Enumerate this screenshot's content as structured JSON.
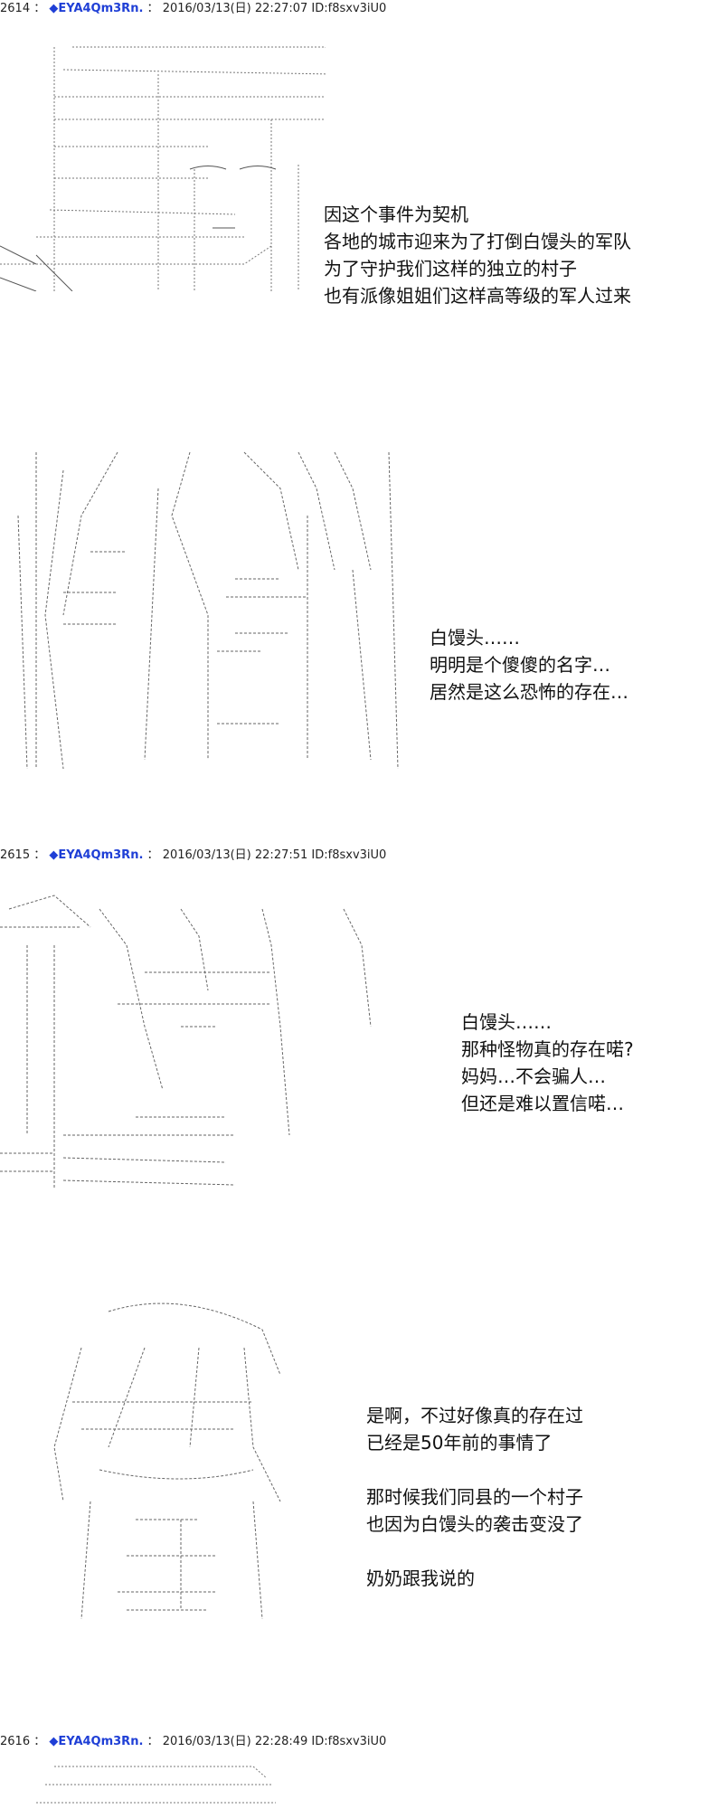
{
  "posts": [
    {
      "speech": [
        "因这个事件为契机",
        "各地的城市迎来为了打倒白馒头的军队",
        "为了守护我们这样的独立的村子",
        "也有派像姐姐们这样高等级的军人过来"
      ]
    },
    {
      "speech": [
        "白馒头……",
        "明明是个傻傻的名字…",
        "居然是这么恐怖的存在…"
      ]
    },
    {
      "number": "2614",
      "name": "◆EYA4Qm3Rn.",
      "separator": "：",
      "meta": "2016/03/13(日) 22:27:07 ID:f8sxv3iU0"
    },
    {
      "number": "2615",
      "name": "◆EYA4Qm3Rn.",
      "separator": "：",
      "meta": "2016/03/13(日) 22:27:51 ID:f8sxv3iU0",
      "speech": [
        "白馒头……",
        "那种怪物真的存在喏?",
        "妈妈…不会骗人…",
        "但还是难以置信喏…"
      ]
    },
    {
      "speech": [
        "是啊，不过好像真的存在过",
        "已经是50年前的事情了",
        "",
        "那时候我们同县的一个村子",
        "也因为白馒头的袭击变没了",
        "",
        "奶奶跟我说的"
      ]
    },
    {
      "number": "2616",
      "name": "◆EYA4Qm3Rn.",
      "separator": "：",
      "meta": "2016/03/13(日) 22:28:49 ID:f8sxv3iU0"
    }
  ],
  "art_icons": [
    "ascii-art-soldier",
    "ascii-art-monster",
    "ascii-art-girl",
    "ascii-art-girl-smiling"
  ]
}
